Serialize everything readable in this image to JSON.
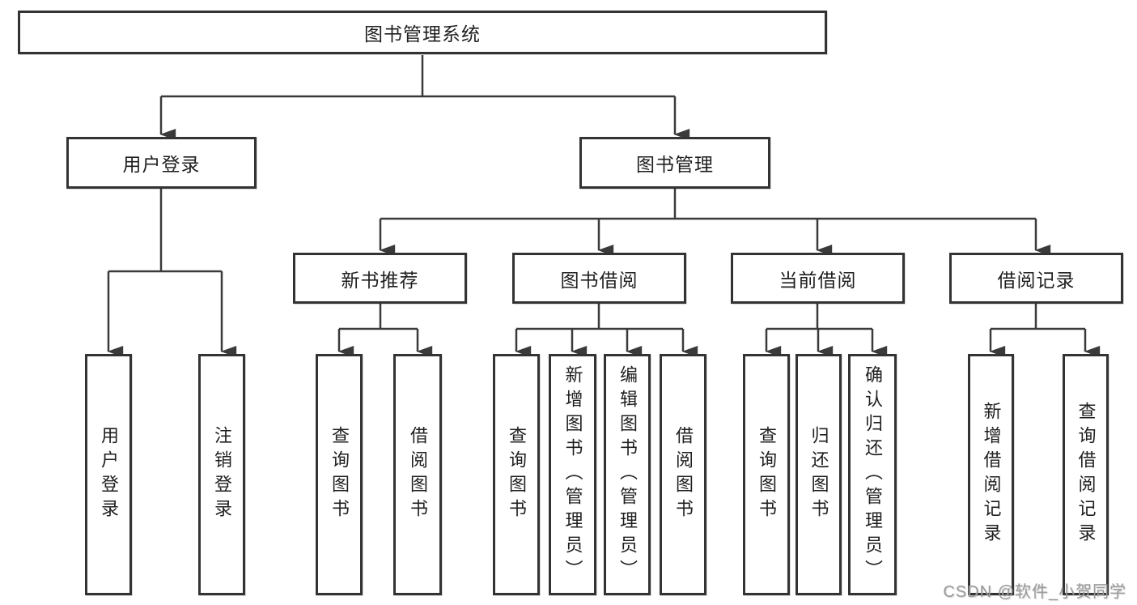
{
  "tree": {
    "root": "图书管理系统",
    "branches": [
      {
        "label": "用户登录",
        "children": [
          "用户登录",
          "注销登录"
        ]
      },
      {
        "label": "图书管理",
        "sections": [
          {
            "label": "新书推荐",
            "children": [
              "查询图书",
              "借阅图书"
            ]
          },
          {
            "label": "图书借阅",
            "children": [
              "查询图书",
              "新增图书（管理员）",
              "编辑图书（管理员）",
              "借阅图书"
            ]
          },
          {
            "label": "当前借阅",
            "children": [
              "查询图书",
              "归还图书",
              "确认归还（管理员）"
            ]
          },
          {
            "label": "借阅记录",
            "children": [
              "新增借阅记录",
              "查询借阅记录"
            ]
          }
        ]
      }
    ]
  },
  "watermark": "CSDN @软件_小贺同学",
  "colors": {
    "line": "#3a3a3a",
    "box_border": "#333333",
    "text": "#1f1f1f",
    "background": "#ffffff",
    "watermark": "#9b9b9b"
  }
}
